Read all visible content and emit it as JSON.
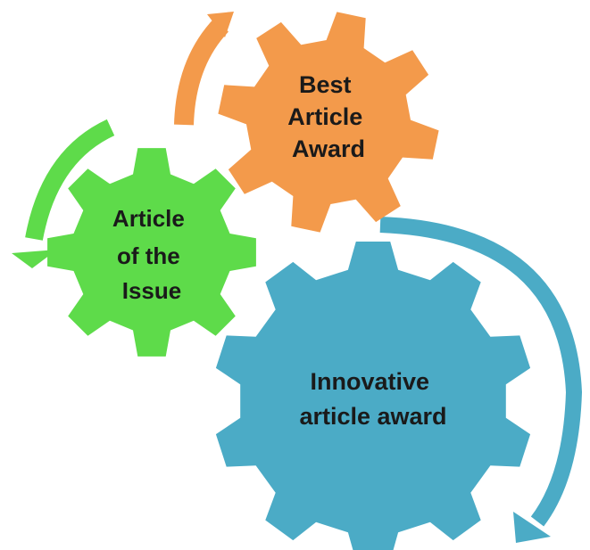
{
  "colors": {
    "orange": "#F39A4B",
    "green": "#5EDB4A",
    "blue": "#4BABC6",
    "text": "#1a1a1a"
  },
  "gears": [
    {
      "id": "best",
      "lines": [
        "Best",
        "Article",
        "Award"
      ],
      "color": "orange"
    },
    {
      "id": "issue",
      "lines": [
        "Article",
        "of the",
        "Issue"
      ],
      "color": "green"
    },
    {
      "id": "innovative",
      "lines": [
        "Innovative",
        "article award"
      ],
      "color": "blue"
    }
  ]
}
